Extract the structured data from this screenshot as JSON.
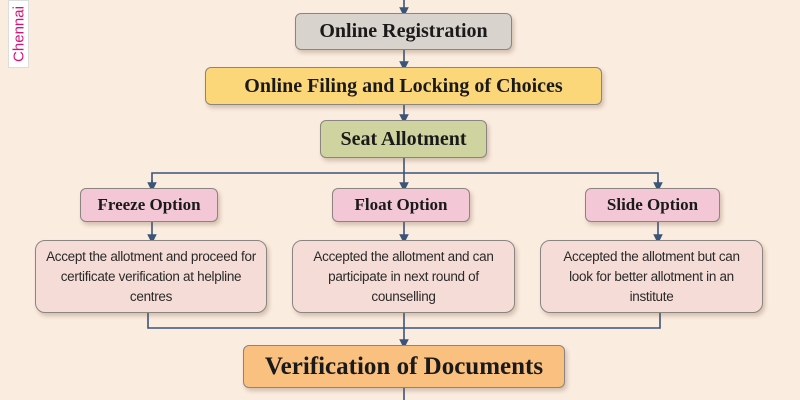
{
  "watermark": "Chennai",
  "steps": {
    "registration": "Online Registration",
    "filing": "Online Filing and Locking of Choices",
    "allotment": "Seat Allotment",
    "verification": "Verification of Documents"
  },
  "options": [
    {
      "label": "Freeze Option",
      "description": "Accept the allotment and proceed for certificate verification at helpline centres"
    },
    {
      "label": "Float Option",
      "description": "Accepted the allotment and can participate in next round of counselling"
    },
    {
      "label": "Slide Option",
      "description": "Accepted the allotment but can look for better allotment in an institute"
    }
  ],
  "colors": {
    "registration": "#d8d3cc",
    "filing": "#fbd77a",
    "allotment": "#cfd3a0",
    "option": "#f3c7d6",
    "description": "#f6dcd6",
    "verification": "#f9c07f",
    "connector": "#3b5478"
  }
}
